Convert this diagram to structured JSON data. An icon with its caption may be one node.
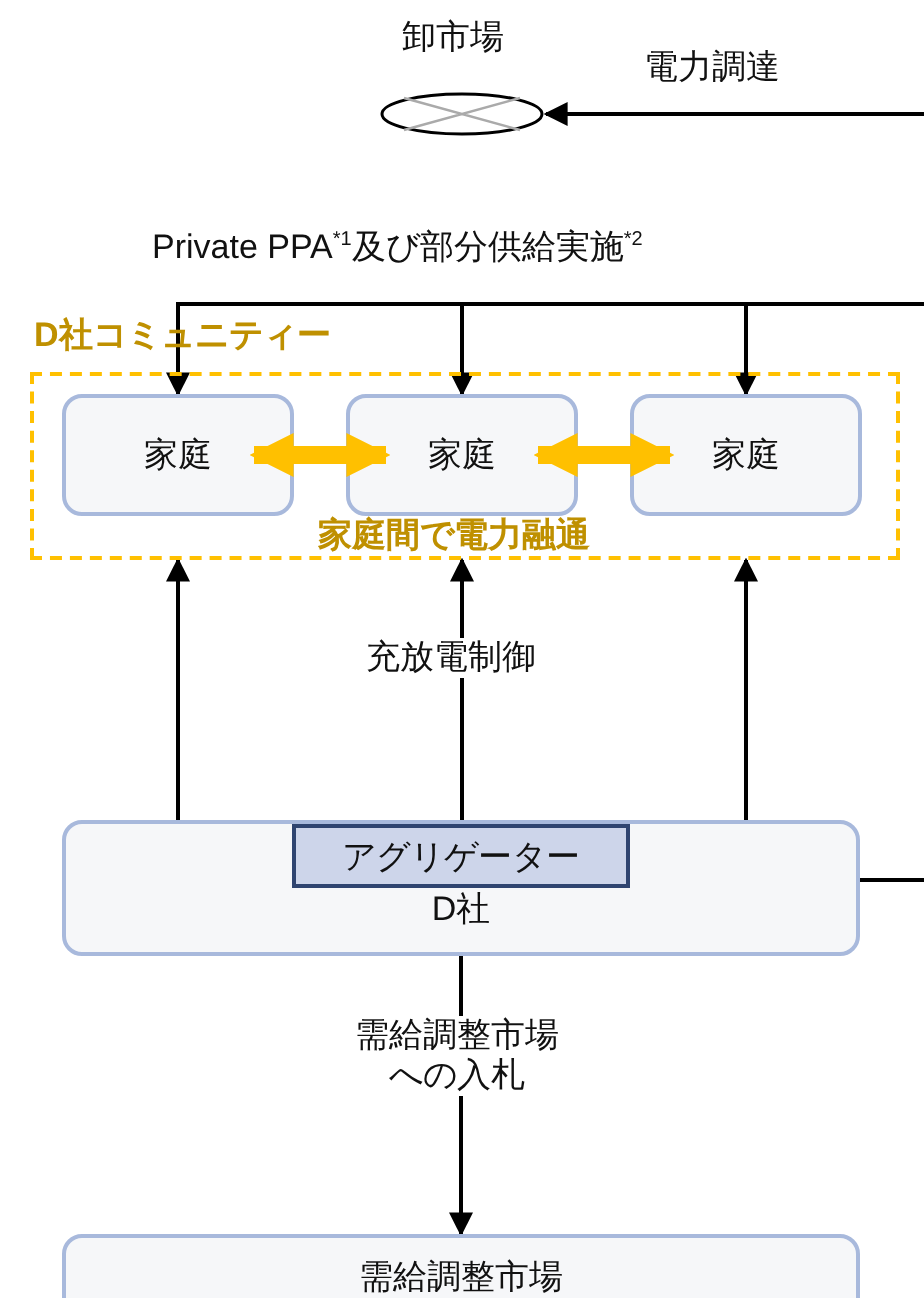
{
  "diagram": {
    "nodes": [
      {
        "text": [
          "卸市場"
        ]
      },
      {
        "text": [
          "D社コミュニティー",
          "家庭間で電力融通"
        ]
      },
      {
        "text": [
          "家庭"
        ],
        "in": 1
      },
      {
        "text": [
          "家庭"
        ],
        "in": 1
      },
      {
        "text": [
          "家庭"
        ],
        "in": 1
      },
      {
        "text": [
          "D社"
        ]
      },
      {
        "text": [
          "アグリゲーター"
        ],
        "in": 5
      },
      {
        "text": [
          "需給調整市場"
        ]
      }
    ],
    "edges": [
      {
        "from": null,
        "to": 0,
        "arrow": "to",
        "label": "電力調達"
      },
      {
        "from": null,
        "to": 2,
        "arrow": "to",
        "label": "Private PPA$^{*1}$及び部分供給実施$^{*2}$"
      },
      {
        "from": null,
        "to": 3,
        "arrow": "to"
      },
      {
        "from": null,
        "to": 4,
        "arrow": "to"
      },
      {
        "from": 2,
        "to": 3,
        "arrow": "both",
        "style": "thick",
        "color": "#ffc000"
      },
      {
        "from": 3,
        "to": 4,
        "arrow": "both",
        "style": "thick",
        "color": "#ffc000"
      },
      {
        "from": 5,
        "to": 2,
        "arrow": "to"
      },
      {
        "from": 5,
        "to": 3,
        "arrow": "to",
        "label": "充放電制御"
      },
      {
        "from": 5,
        "to": 4,
        "arrow": "to"
      },
      {
        "from": 5,
        "to": 7,
        "arrow": "to",
        "label": "需給調整市場への入札"
      },
      {
        "from": 5,
        "to": null,
        "arrow": "none"
      }
    ]
  }
}
